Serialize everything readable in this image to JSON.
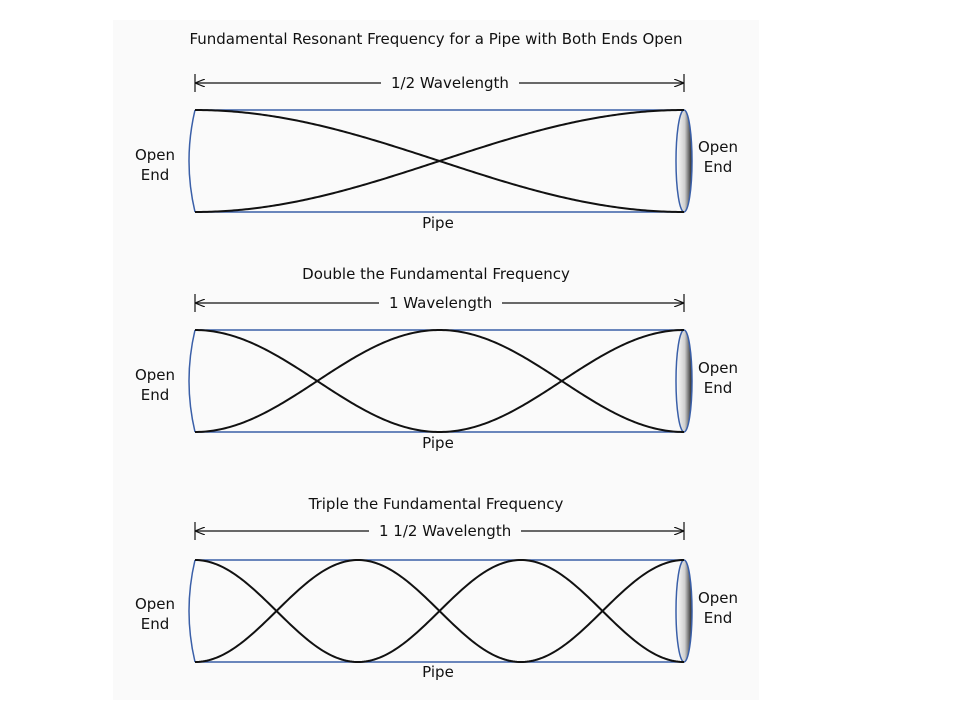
{
  "panels": [
    {
      "title": "Fundamental Resonant Frequency for a Pipe with Both Ends Open",
      "wavelength_label": "1/2 Wavelength",
      "pipe_label": "Pipe",
      "open_left": [
        "Open",
        "End"
      ],
      "open_right": [
        "Open",
        "End"
      ],
      "half_wavelengths": 1
    },
    {
      "title": "Double the Fundamental Frequency",
      "wavelength_label": "1 Wavelength",
      "pipe_label": "Pipe",
      "open_left": [
        "Open",
        "End"
      ],
      "open_right": [
        "Open",
        "End"
      ],
      "half_wavelengths": 2
    },
    {
      "title": "Triple the Fundamental Frequency",
      "wavelength_label": "1 1/2 Wavelength",
      "pipe_label": "Pipe",
      "open_left": [
        "Open",
        "End"
      ],
      "open_right": [
        "Open",
        "End"
      ],
      "half_wavelengths": 3
    }
  ],
  "colors": {
    "pipe_outline": "#3a5fa8",
    "wave": "#111111",
    "end_cap_dark": "#222222"
  }
}
